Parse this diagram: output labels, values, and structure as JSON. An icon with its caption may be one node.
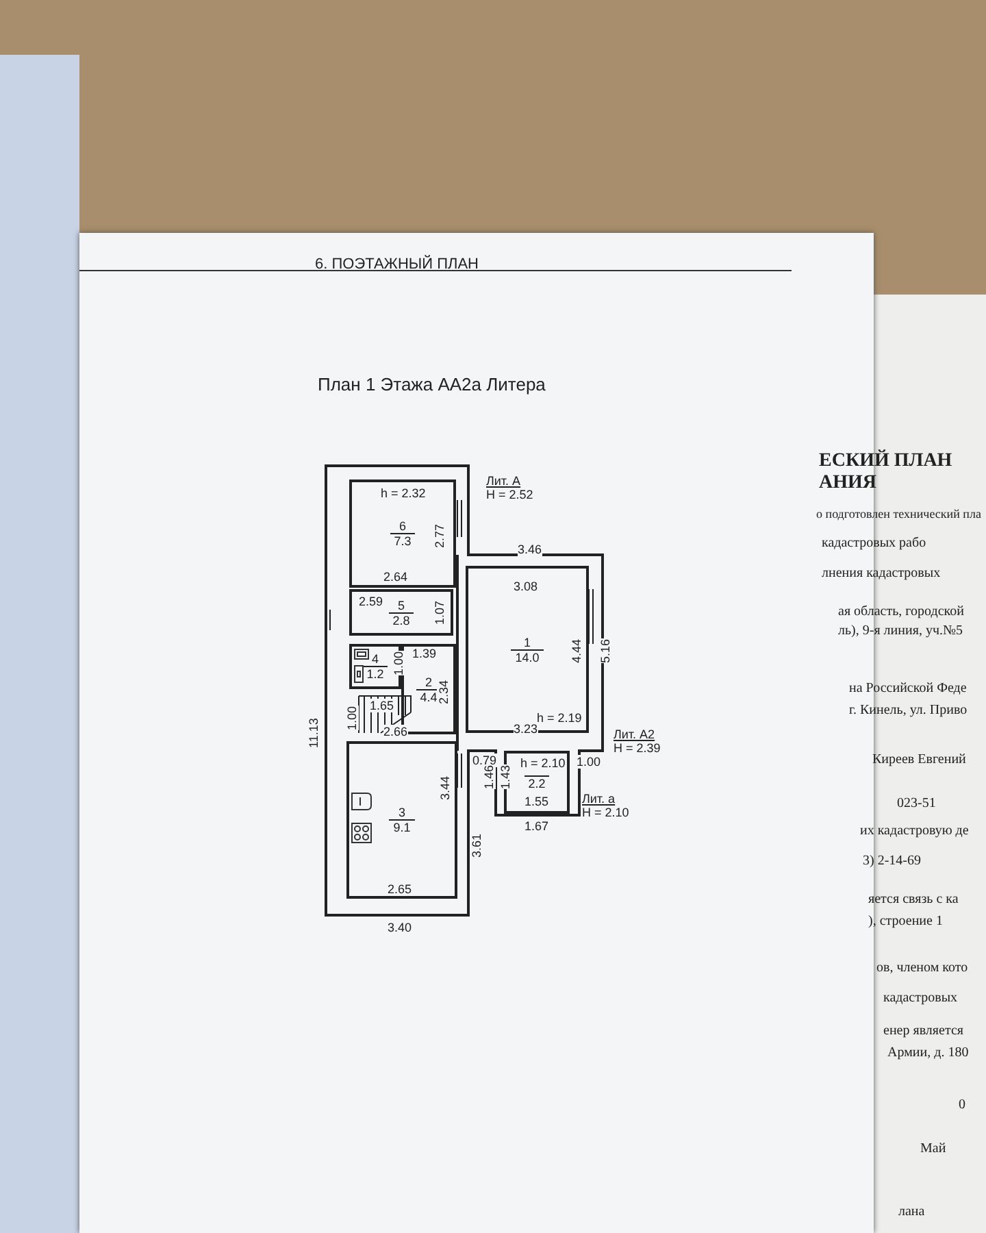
{
  "diagram": {
    "title": "6. ПОЭТАЖНЫЙ ПЛАН",
    "nodes": [
      {
        "text": [
          "6",
          "7.3"
        ]
      },
      {
        "text": [
          "5",
          "2.8"
        ]
      },
      {
        "text": [
          "4",
          "1.2"
        ]
      },
      {
        "text": [
          "2",
          "4.4"
        ]
      },
      {
        "text": [
          "1",
          "14.0"
        ]
      },
      {
        "text": [
          "3",
          "9.1"
        ]
      },
      {
        "text": [
          "2.2"
        ]
      }
    ],
    "labels": [
      "План 1 Этажа АА2а Литера",
      "h = 2.32",
      "Лит. А",
      "H = 2.52",
      "2.77",
      "3.46",
      "2.64",
      "3.08",
      "2.59",
      "1.07",
      "1.39",
      "1.00",
      "2.34",
      "4.44",
      "5.16",
      "11.13",
      "1.65",
      "1.00",
      "2.66",
      "h = 2.19",
      "3.23",
      "Лит. А2",
      "H = 2.39",
      "0.79",
      "h = 2.10",
      "1.00",
      "1.46",
      "1.43",
      "1.55",
      "Лит. а",
      "H = 2.10",
      "3.44",
      "3.61",
      "1.67",
      "2.65",
      "3.40",
      "ЕСКИЙ ПЛАН",
      "АНИЯ",
      "о подготовлен технический пла",
      "кадастровых рабо",
      "лнения кадастровых",
      "ая область, городской",
      "ль), 9-я линия, уч.№5",
      "на Российской Феде",
      "г. Кинель, ул. Приво",
      "Киреев Евгений",
      "023-51",
      "их кадастровую де",
      "3) 2-14-69",
      "яется связь с ка",
      "), строение 1",
      "ов, членом кото",
      "кадастровых",
      "енер является",
      "Армии, д. 180",
      "0",
      "Май",
      "лана"
    ]
  }
}
